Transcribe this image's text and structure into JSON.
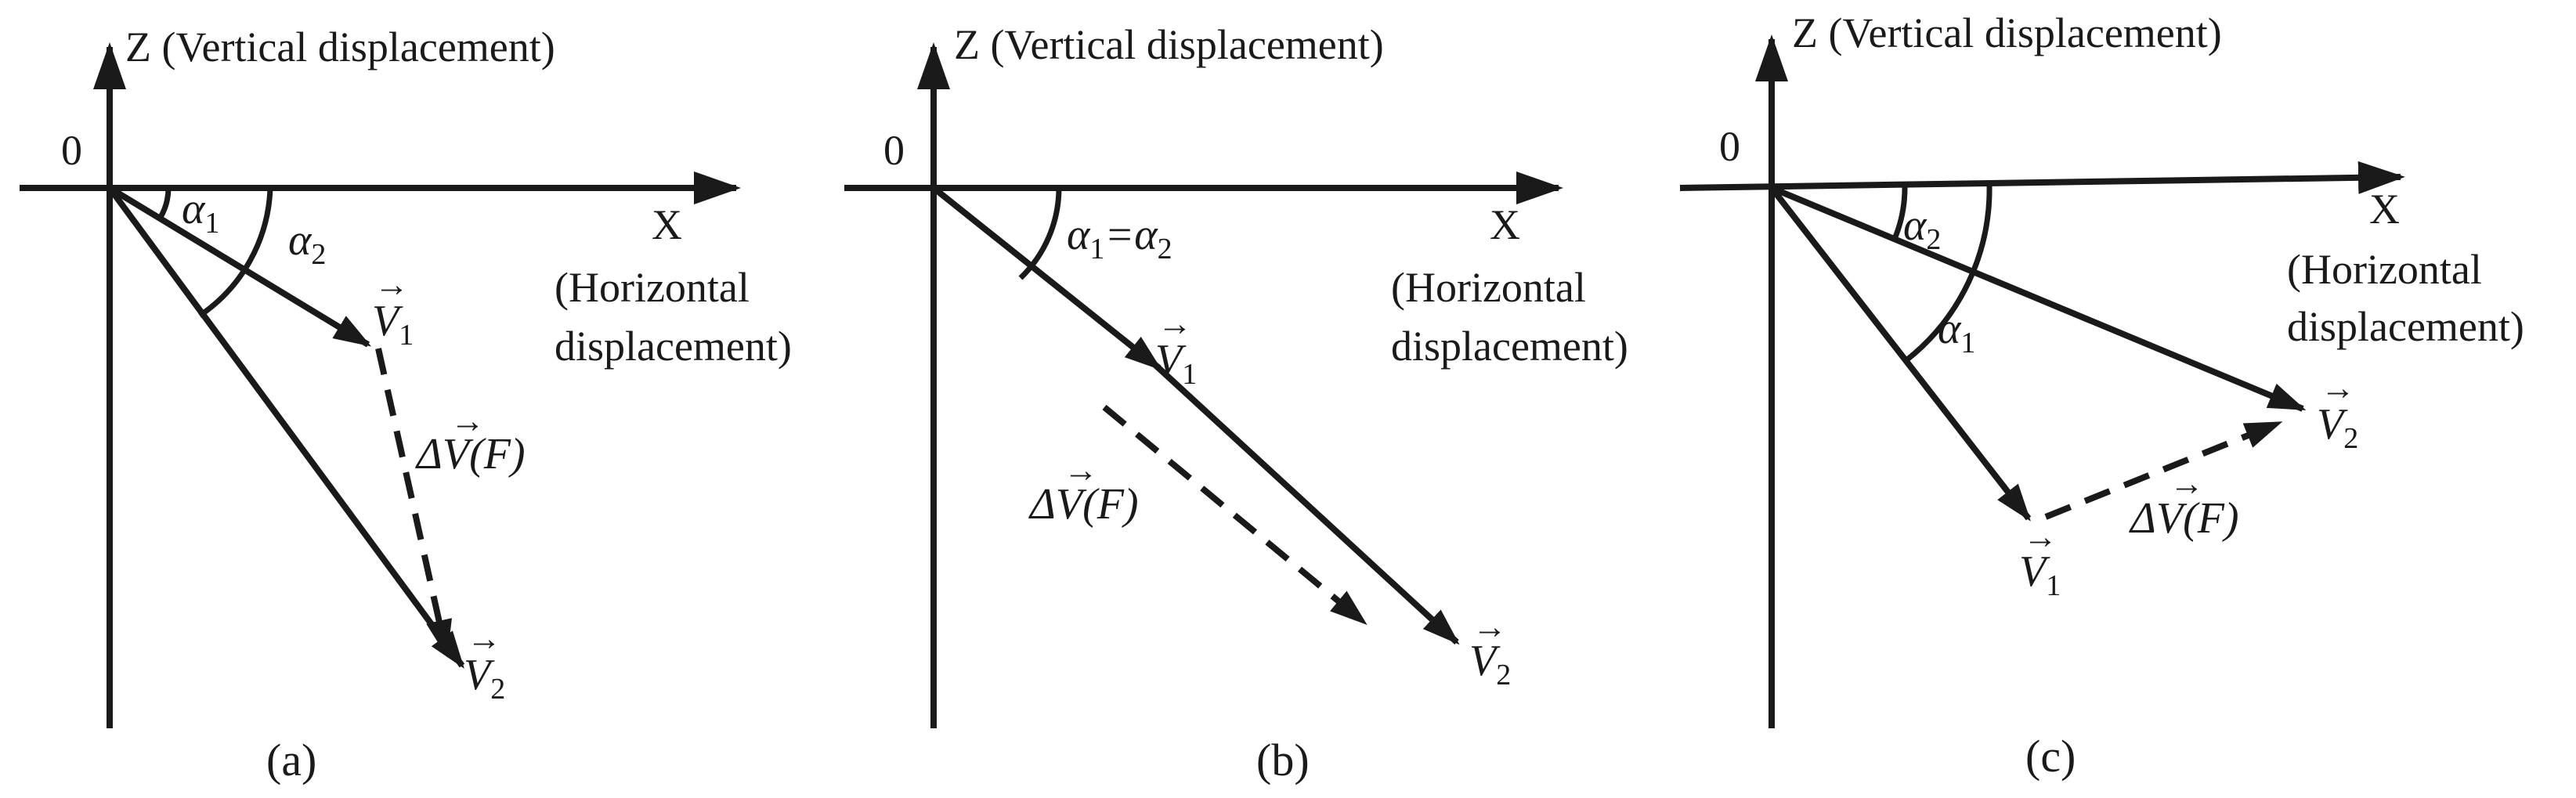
{
  "panels": [
    {
      "caption": "(a)",
      "origin_label": "0",
      "z_axis_label": "Z (Vertical displacement)",
      "x_axis_label": "X",
      "x_axis_sub1": "(Horizontal",
      "x_axis_sub2": "displacement)",
      "alpha1": "α",
      "alpha1_sub": "1",
      "alpha2": "α",
      "alpha2_sub": "2",
      "v1": "V",
      "v1_sub": "1",
      "v2": "V",
      "v2_sub": "2",
      "delta_v": "ΔV(F)",
      "arrow_glyph": "→"
    },
    {
      "caption": "(b)",
      "origin_label": "0",
      "z_axis_label": "Z (Vertical displacement)",
      "x_axis_label": "X",
      "x_axis_sub1": "(Horizontal",
      "x_axis_sub2": "displacement)",
      "alpha_eq": "α",
      "alpha_eq_sub1": "1",
      "alpha_eq_mid": "=α",
      "alpha_eq_sub2": "2",
      "v1": "V",
      "v1_sub": "1",
      "v2": "V",
      "v2_sub": "2",
      "delta_v": "ΔV(F)",
      "arrow_glyph": "→"
    },
    {
      "caption": "(c)",
      "origin_label": "0",
      "z_axis_label": "Z (Vertical displacement)",
      "x_axis_label": "X",
      "x_axis_sub1": "(Horizontal",
      "x_axis_sub2": "displacement)",
      "alpha1": "α",
      "alpha1_sub": "1",
      "alpha2": "α",
      "alpha2_sub": "2",
      "v1": "V",
      "v1_sub": "1",
      "v2": "V",
      "v2_sub": "2",
      "delta_v": "ΔV(F)",
      "arrow_glyph": "→"
    }
  ]
}
